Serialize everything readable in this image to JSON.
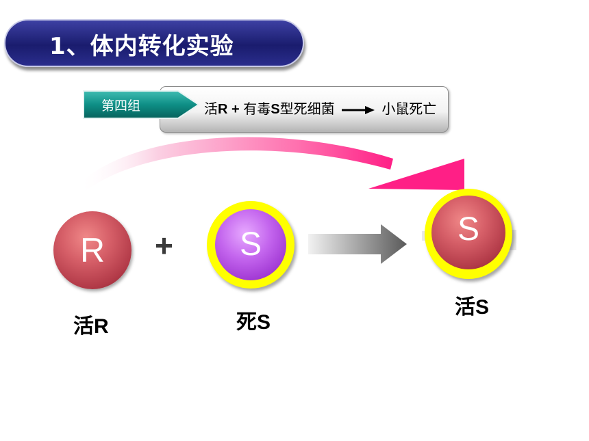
{
  "title": "1、体内转化实验",
  "group": {
    "tag": "第四组",
    "desc_live_prefix": "活",
    "desc_r": "R + ",
    "desc_toxic": "有毒",
    "desc_s": "S",
    "desc_dead": "型死细菌",
    "desc_result": "小鼠死亡"
  },
  "balls": {
    "r_letter": "R",
    "s_dead_letter": "S",
    "s_live_letter": "S"
  },
  "plus": "+",
  "labels": {
    "live_r_cn": "活",
    "live_r_letter": "R",
    "dead_s_cn": "死",
    "dead_s_letter": "S",
    "live_s_cn": "活",
    "live_s_letter": "S"
  },
  "colors": {
    "banner": "#1a1c6e",
    "tag": "#0e8f86",
    "arc": "#ff2d8a",
    "rim": "#ffff00"
  }
}
